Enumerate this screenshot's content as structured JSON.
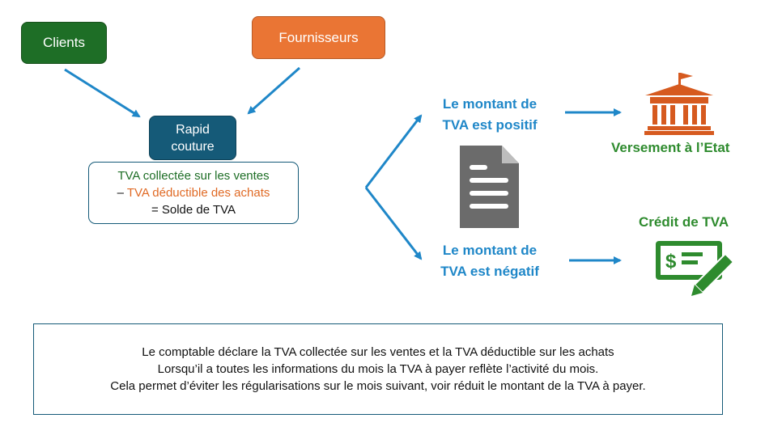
{
  "nodes": {
    "clients": "Clients",
    "fournisseurs": "Fournisseurs",
    "rapid_line1": "Rapid",
    "rapid_line2": "couture"
  },
  "formula": {
    "line1": "TVA collectée sur les ventes",
    "line2_prefix": "– ",
    "line2": "TVA déductible des achats",
    "line3": "= Solde de TVA"
  },
  "outcomes": {
    "positive_line1": "Le montant de",
    "positive_line2": "TVA est positif",
    "negative_line1": "Le montant de",
    "negative_line2": "TVA est négatif",
    "versement": "Versement à l’Etat",
    "credit": "Crédit de TVA"
  },
  "icons": {
    "document": "document-icon",
    "government": "government-building-icon",
    "cheque": "cheque-icon"
  },
  "colors": {
    "clients": "#1e6e26",
    "fournisseurs": "#ea7534",
    "rapid": "#155a78",
    "arrow": "#1f87c8",
    "building": "#d65a1f",
    "cheque": "#2e8b2e"
  },
  "note": {
    "line1": "Le comptable déclare la TVA collectée sur les ventes et la TVA déductible sur les achats",
    "line2": "Lorsqu’il a toutes les informations du mois la TVA à payer reflète l’activité du mois.",
    "line3": "Cela permet d’éviter les régularisations sur le mois suivant, voir réduit le montant de la TVA à payer."
  }
}
